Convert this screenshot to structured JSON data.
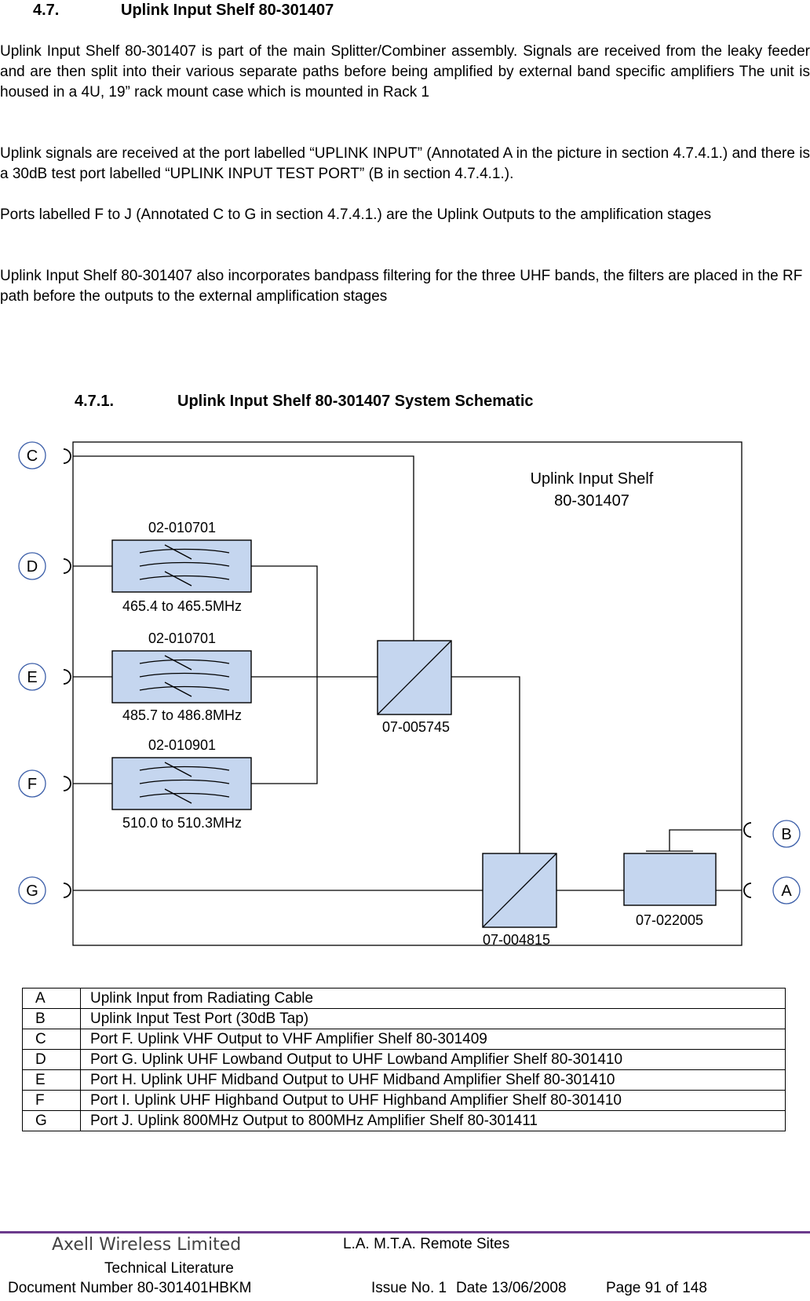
{
  "section": {
    "number": "4.7.",
    "title": "Uplink Input Shelf 80-301407"
  },
  "paragraphs": [
    "Uplink Input Shelf 80-301407 is part of the main Splitter/Combiner assembly. Signals are received from the leaky feeder and are then split into their various separate paths before being amplified by external band specific amplifiers The unit is housed in a 4U, 19” rack mount case which is mounted in Rack 1",
    "Uplink signals are received at the port labelled “UPLINK INPUT” (Annotated A in the picture in section 4.7.4.1.) and there is a 30dB test port labelled “UPLINK INPUT TEST PORT” (B in section 4.7.4.1.).",
    "Ports labelled F to J (Annotated C to G in section 4.7.4.1.) are the Uplink Outputs to the amplification stages",
    "Uplink Input Shelf 80-301407 also incorporates bandpass filtering for the three UHF bands, the filters are placed in the RF path before the outputs to the external amplification stages"
  ],
  "subsection": {
    "number": "4.7.1.",
    "title": "Uplink Input Shelf 80-301407 System Schematic"
  },
  "schematic": {
    "shelf_title_line1": "Uplink Input Shelf",
    "shelf_title_line2": "80-301407",
    "filters": [
      {
        "part": "02-010701",
        "band": "465.4 to 465.5MHz"
      },
      {
        "part": "02-010701",
        "band": "485.7 to 486.8MHz"
      },
      {
        "part": "02-010901",
        "band": "510.0 to 510.3MHz"
      }
    ],
    "splitter_upper": "07-005745",
    "splitter_lower": "07-004815",
    "coupler": "07-022005",
    "ports_left": [
      "C",
      "D",
      "E",
      "F",
      "G"
    ],
    "ports_right": [
      "B",
      "A"
    ],
    "component_color": "#c5d6ef",
    "port_circle_color": "#3a5da8"
  },
  "legend": [
    {
      "key": "A",
      "desc": "Uplink Input from Radiating Cable"
    },
    {
      "key": "B",
      "desc": "Uplink Input Test Port (30dB Tap)"
    },
    {
      "key": "C",
      "desc": "Port F. Uplink VHF Output to VHF Amplifier Shelf 80-301409"
    },
    {
      "key": "D",
      "desc": "Port G. Uplink UHF Lowband Output to UHF Lowband Amplifier Shelf 80-301410"
    },
    {
      "key": "E",
      "desc": "Port H. Uplink UHF Midband Output to UHF Midband Amplifier Shelf 80-301410"
    },
    {
      "key": "F",
      "desc": "Port I. Uplink UHF Highband Output to UHF Highband Amplifier Shelf 80-301410"
    },
    {
      "key": "G",
      "desc": "Port J. Uplink 800MHz Output to 800MHz Amplifier Shelf 80-301411"
    }
  ],
  "footer": {
    "company": "Axell Wireless Limited",
    "literature": "Technical Literature",
    "project": "L.A. M.T.A. Remote Sites",
    "document": "Document Number 80-301401HBKM",
    "issue": "Issue No. 1",
    "date": "Date 13/06/2008",
    "page": "Page 91 of 148",
    "rule_color": "#6b3a8c"
  }
}
